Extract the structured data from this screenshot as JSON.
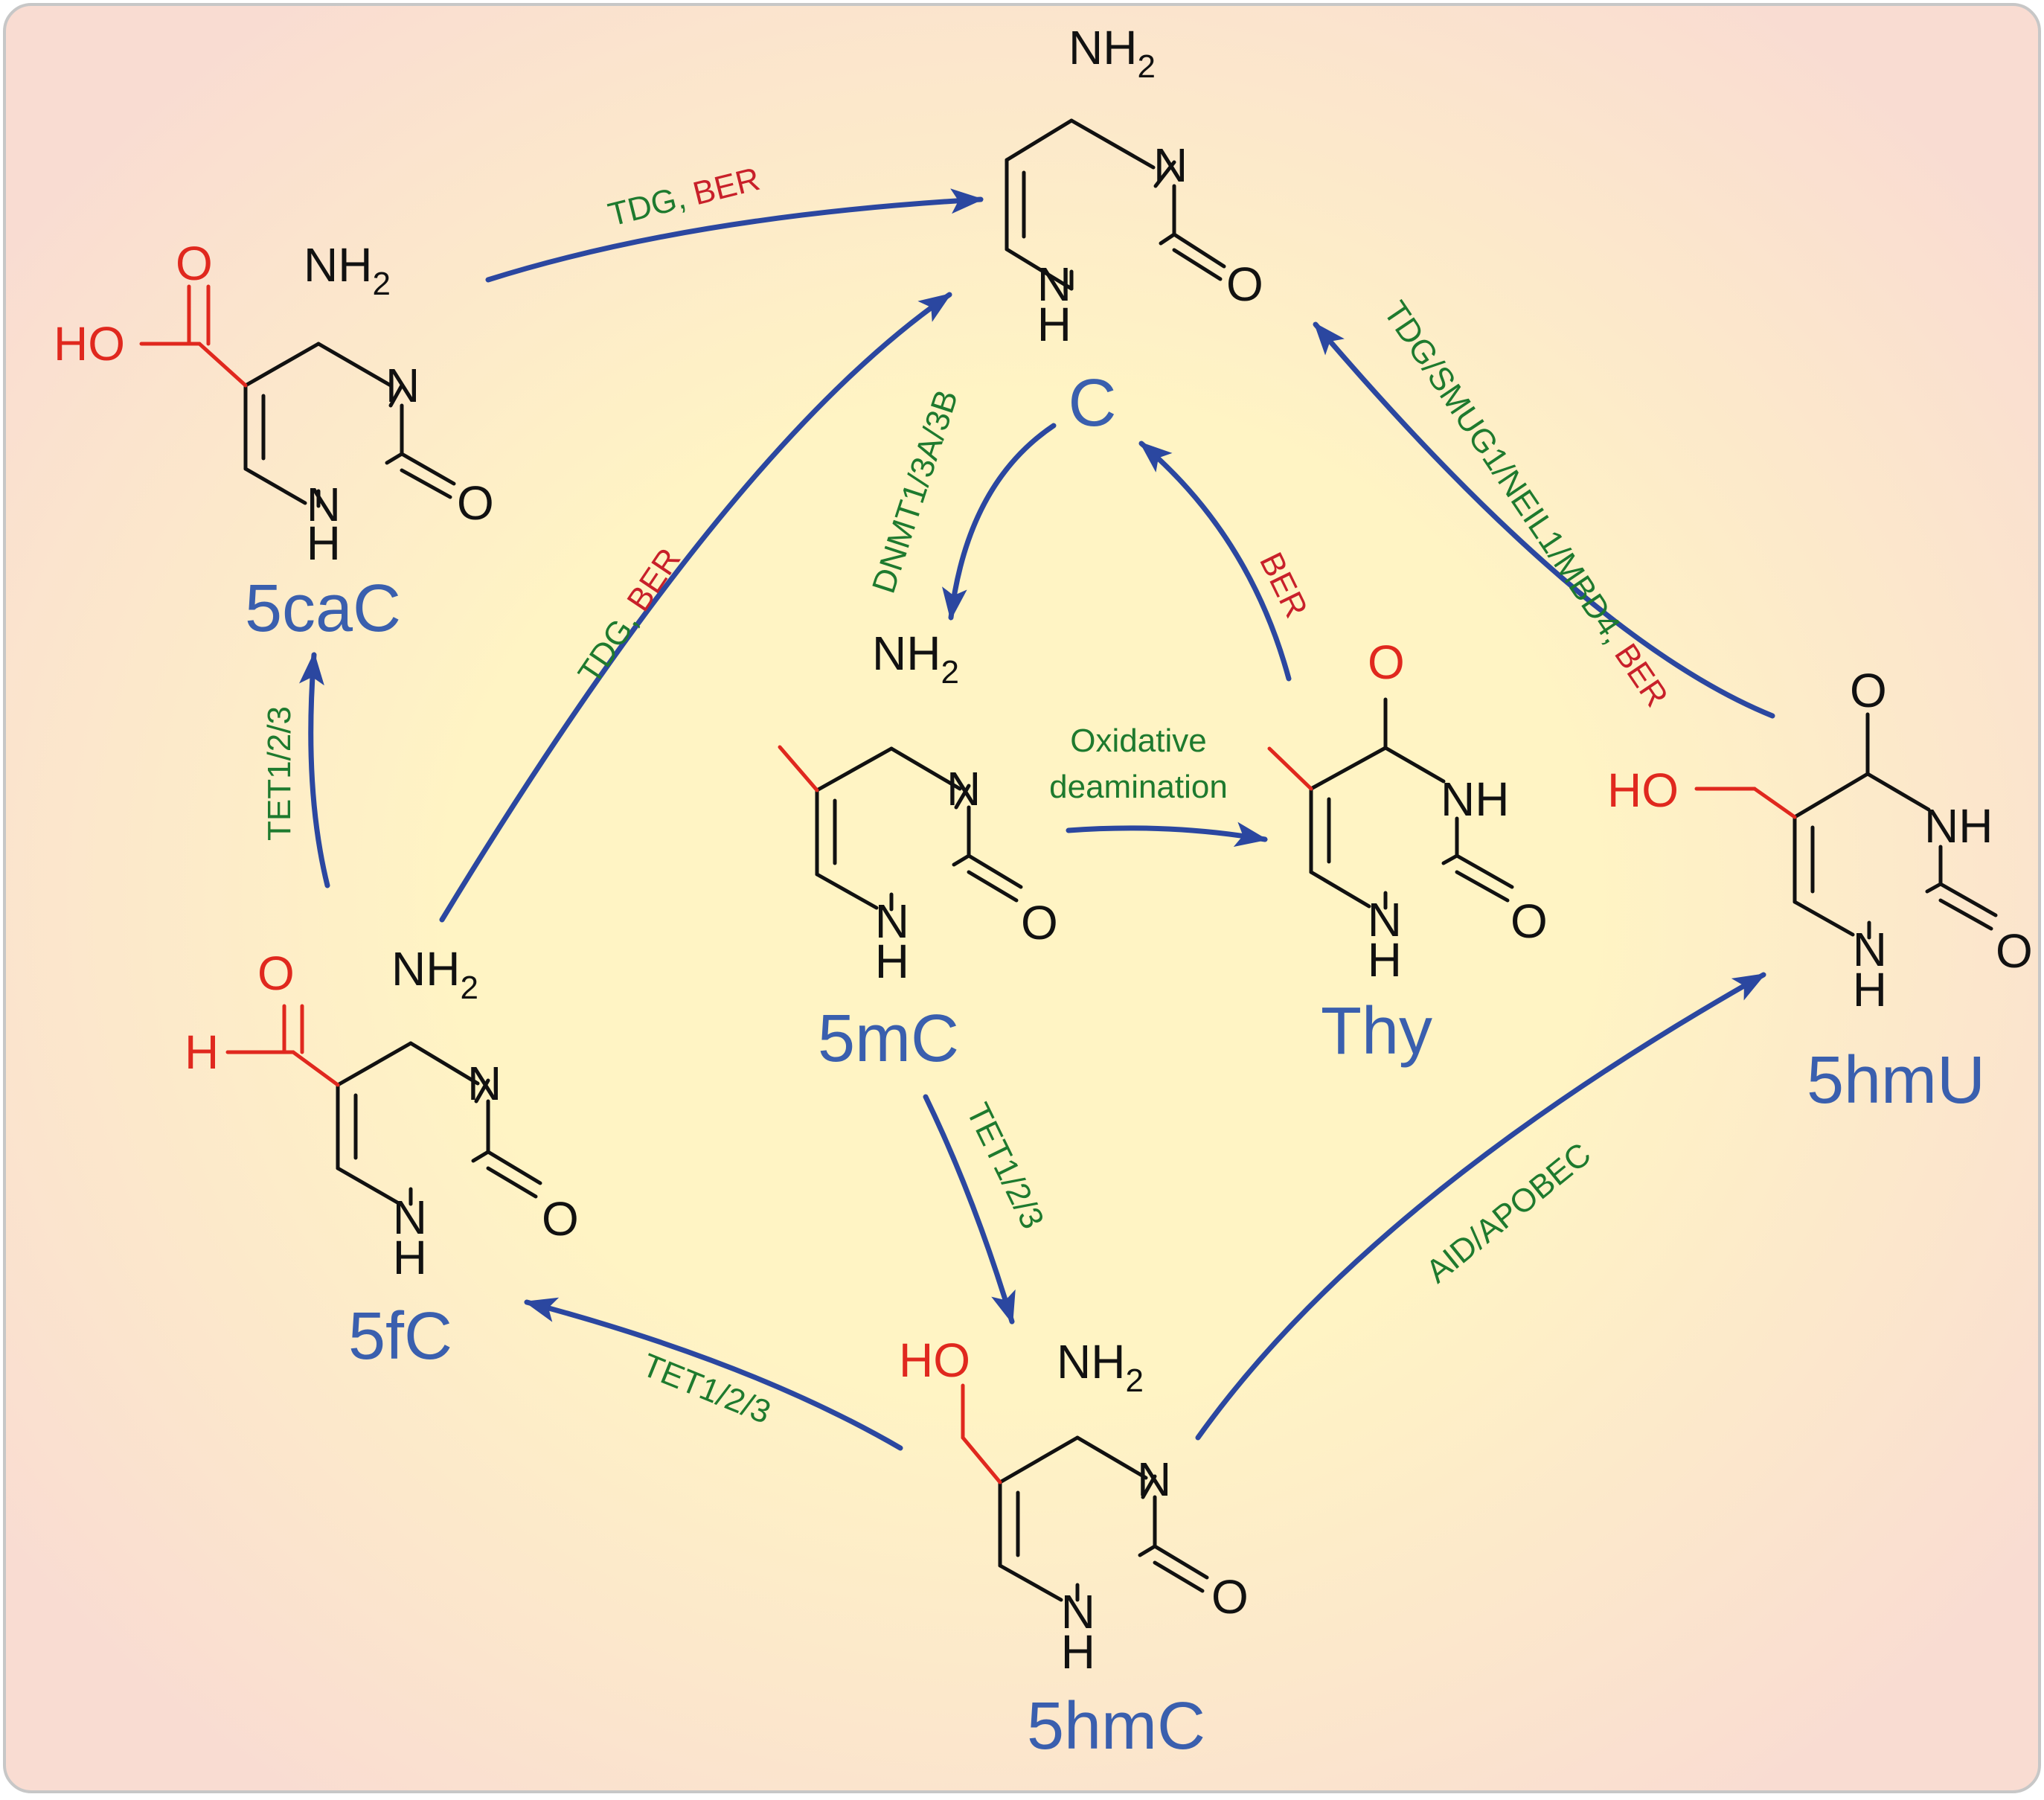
{
  "colors": {
    "bond": "#111111",
    "substituent": "#e0281e",
    "arrow": "#2b47a0",
    "compound_label": "#3a5fae",
    "enzyme_green": "#1e7a2e",
    "enzyme_red": "#c8202a",
    "bg_center": "#fff4c4",
    "bg_edge": "#f9dcd2",
    "frame": "#c7c7c7"
  },
  "atoms": {
    "nh2_n": "NH",
    "nh2_sub": "2",
    "n": "N",
    "nh": "NH",
    "h": "H",
    "o": "O",
    "ho": "HO"
  },
  "compounds": {
    "c": "C",
    "five_ca_c": "5caC",
    "five_m_c": "5mC",
    "thy": "Thy",
    "five_hm_u": "5hmU",
    "five_f_c": "5fC",
    "five_hm_c": "5hmC"
  },
  "enzymes": {
    "tdg_ber_top": {
      "green": "TDG, ",
      "red": "BER"
    },
    "tdg_ber_diag": {
      "green": "TDG, ",
      "red": "BER"
    },
    "dnmt": {
      "green": "DNMT1/3A/3B"
    },
    "ber_thy": {
      "red": "BER"
    },
    "tdg_smug": {
      "green": "TDG/SMUG1/NEIL1/MBD4, ",
      "red": "BER"
    },
    "oxidative": {
      "line1": "Oxidative",
      "line2": "deamination"
    },
    "tet_left": "TET1/2/3",
    "tet_mid": "TET1/2/3",
    "tet_bottom": "TET1/2/3",
    "aid_apobec": "AID/APOBEC"
  }
}
